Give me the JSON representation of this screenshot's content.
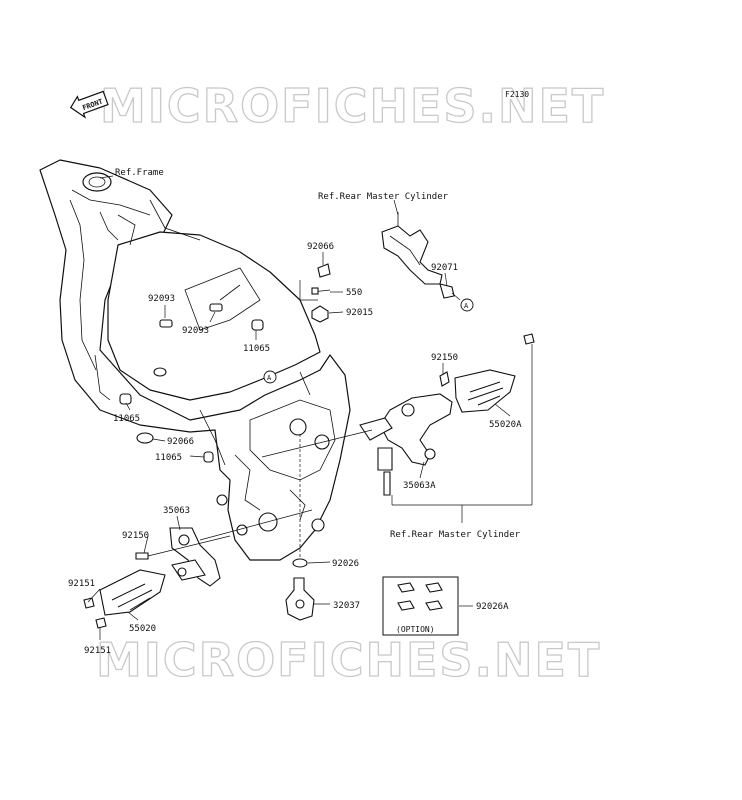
{
  "watermark": "MICROFICHES.NET",
  "figure_code": "F2130",
  "front_badge": "FRONT",
  "references": {
    "frame": "Ref.Frame",
    "rear_master_cylinder_top": "Ref.Rear Master Cylinder",
    "rear_master_cylinder_bottom": "Ref.Rear Master Cylinder"
  },
  "callout_marker": "A",
  "option_label": "(OPTION)",
  "parts": {
    "p92066_top": "92066",
    "p550": "550",
    "p92015": "92015",
    "p92071": "92071",
    "p92093_left": "92093",
    "p92093_mid": "92093",
    "p11065_mid": "11065",
    "p11065_left": "11065",
    "p92066_left": "92066",
    "p11065_low": "11065",
    "p92150_right": "92150",
    "p55020A": "55020A",
    "p35063A": "35063A",
    "p35063": "35063",
    "p92150_left": "92150",
    "p92151_top": "92151",
    "p92151_bottom": "92151",
    "p55020": "55020",
    "p92026": "92026",
    "p32037": "32037",
    "p92026A": "92026A"
  }
}
